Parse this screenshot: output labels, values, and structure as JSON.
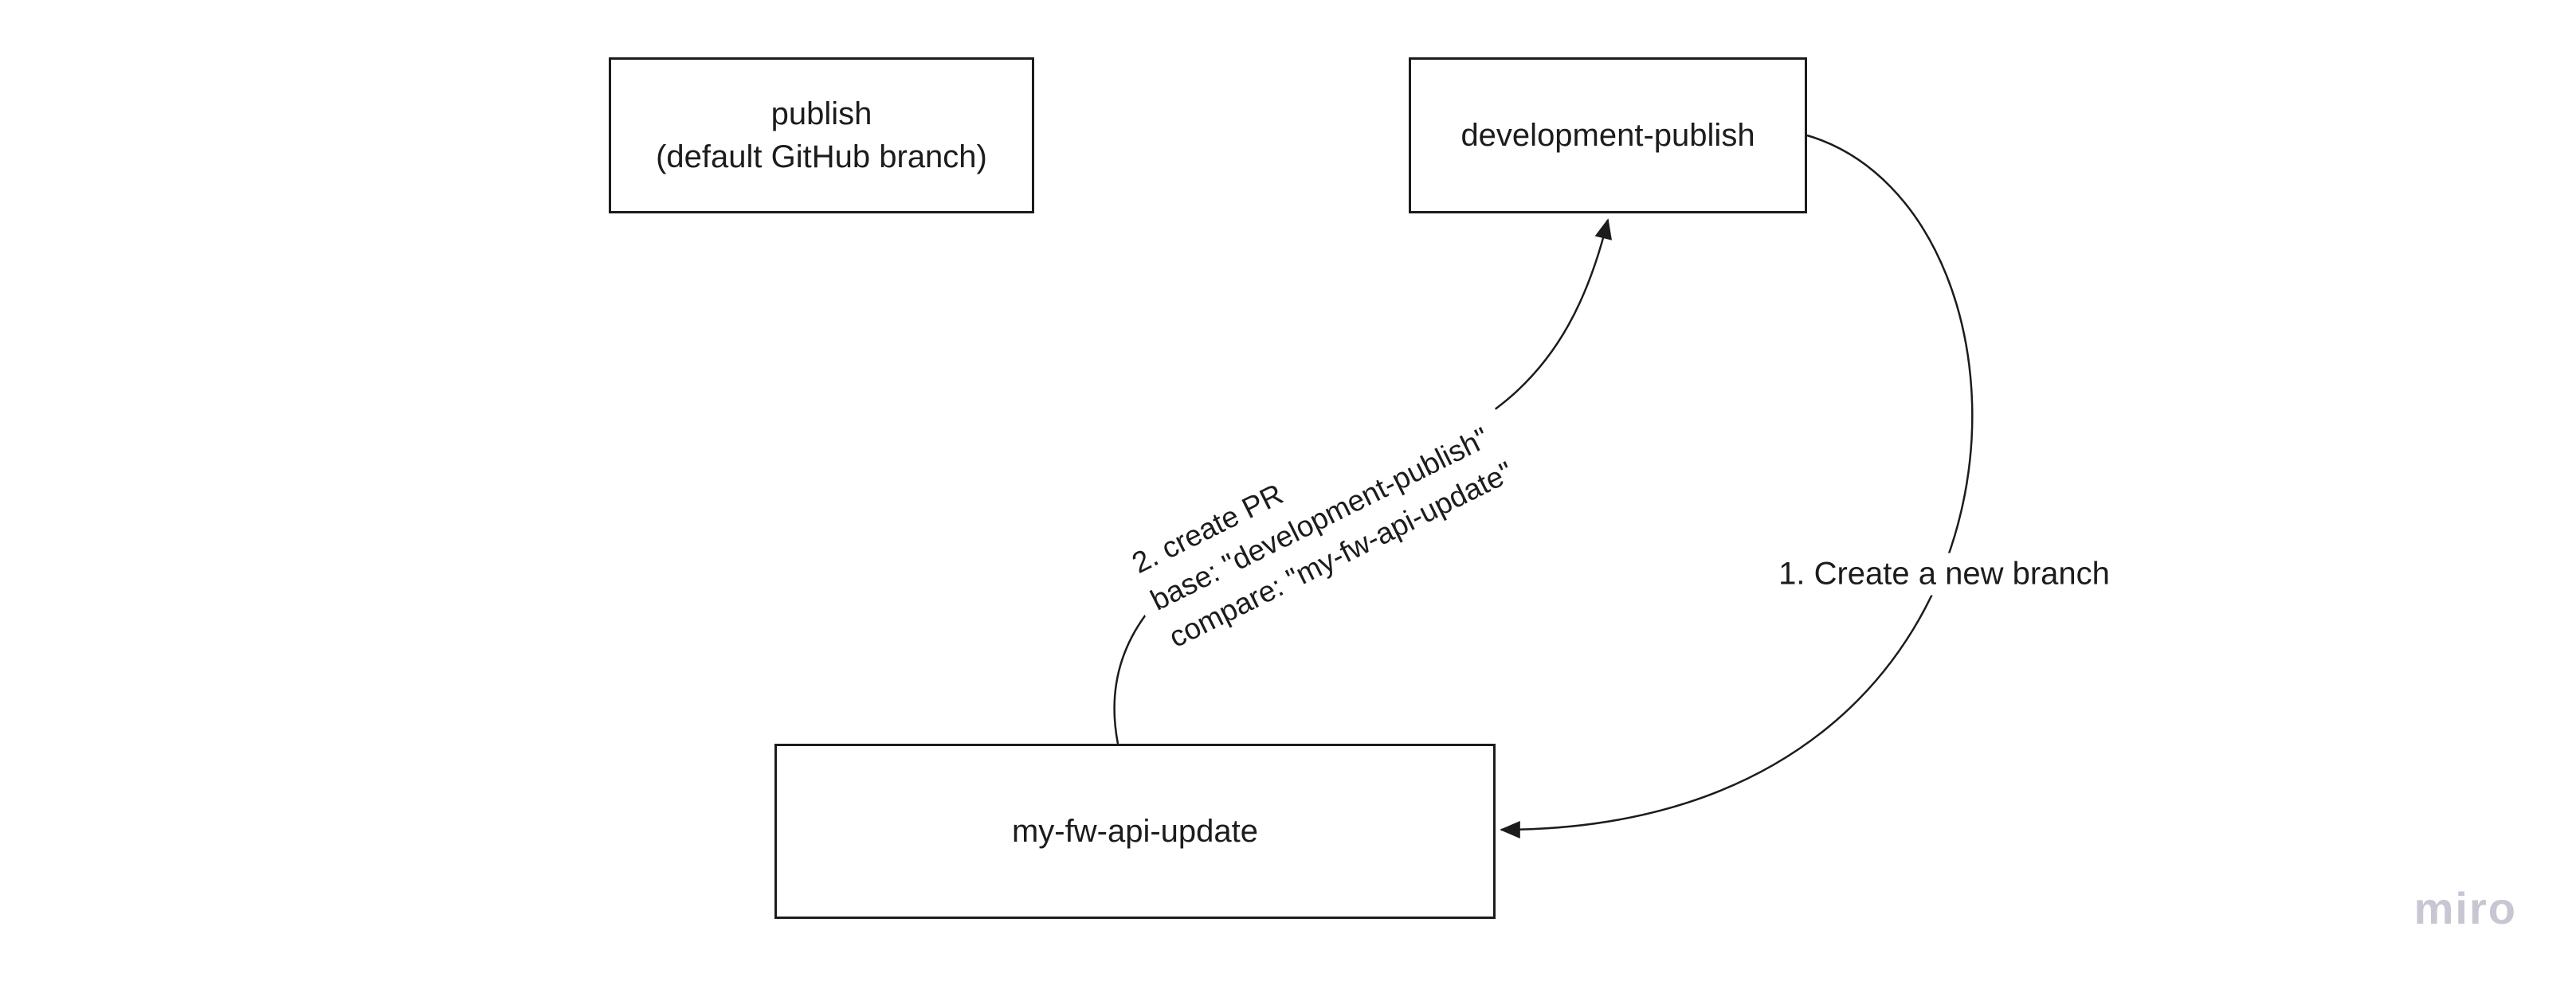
{
  "canvas": {
    "background": "#ffffff"
  },
  "colors": {
    "stroke": "#1c1c1c",
    "text": "#1c1c1c",
    "node_fill": "#ffffff",
    "watermark": "#c7c6d2"
  },
  "nodes": {
    "publish": {
      "lines": [
        "publish",
        "(default GitHub branch)"
      ]
    },
    "development_publish": {
      "label": "development-publish"
    },
    "my_fw_api_update": {
      "label": "my-fw-api-update"
    }
  },
  "connectors": {
    "create_branch": {
      "label": "1. Create a new branch",
      "from": "development-publish",
      "to": "my-fw-api-update"
    },
    "create_pr": {
      "lines": [
        "2. create PR",
        "base: \"development-publish\"",
        "compare: \"my-fw-api-update\""
      ],
      "from": "my-fw-api-update",
      "to": "development-publish"
    }
  },
  "watermark": {
    "label": "miro"
  }
}
